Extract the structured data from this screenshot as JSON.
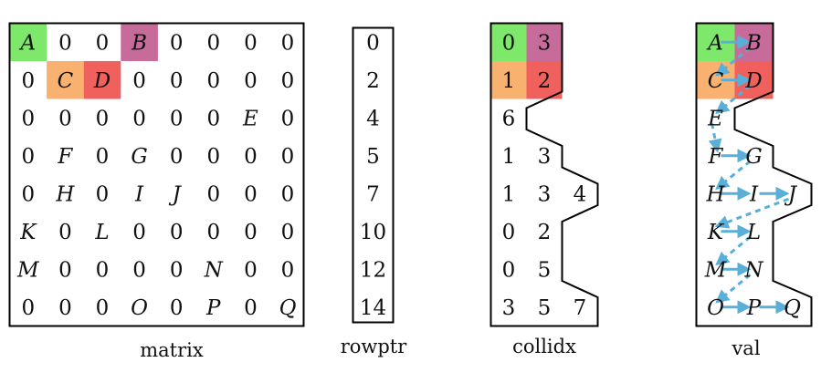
{
  "captions": {
    "matrix": "matrix",
    "rowptr": "rowptr",
    "collidx": "collidx",
    "val": "val"
  },
  "colors": {
    "green": "#7ee86a",
    "orange": "#f9b170",
    "red": "#f0605c",
    "purple": "#c76b9b",
    "arrow": "#5aafd8",
    "outline": "#000000",
    "text": "#111111"
  },
  "matrix": [
    [
      "A",
      "0",
      "0",
      "B",
      "0",
      "0",
      "0",
      "0"
    ],
    [
      "0",
      "C",
      "D",
      "0",
      "0",
      "0",
      "0",
      "0"
    ],
    [
      "0",
      "0",
      "0",
      "0",
      "0",
      "0",
      "E",
      "0"
    ],
    [
      "0",
      "F",
      "0",
      "G",
      "0",
      "0",
      "0",
      "0"
    ],
    [
      "0",
      "H",
      "0",
      "I",
      "J",
      "0",
      "0",
      "0"
    ],
    [
      "K",
      "0",
      "L",
      "0",
      "0",
      "0",
      "0",
      "0"
    ],
    [
      "M",
      "0",
      "0",
      "0",
      "0",
      "N",
      "0",
      "0"
    ],
    [
      "0",
      "0",
      "0",
      "O",
      "0",
      "P",
      "0",
      "Q"
    ]
  ],
  "matrix_highlights": [
    {
      "row": 0,
      "col": 0,
      "color": "green"
    },
    {
      "row": 0,
      "col": 3,
      "color": "purple"
    },
    {
      "row": 1,
      "col": 1,
      "color": "orange"
    },
    {
      "row": 1,
      "col": 2,
      "color": "red"
    }
  ],
  "rowptr": [
    "0",
    "2",
    "4",
    "5",
    "7",
    "10",
    "12",
    "14"
  ],
  "collidx": [
    [
      "0",
      "3"
    ],
    [
      "1",
      "2"
    ],
    [
      "6"
    ],
    [
      "1",
      "3"
    ],
    [
      "1",
      "3",
      "4"
    ],
    [
      "0",
      "2"
    ],
    [
      "0",
      "5"
    ],
    [
      "3",
      "5",
      "7"
    ]
  ],
  "val": [
    [
      "A",
      "B"
    ],
    [
      "C",
      "D"
    ],
    [
      "E"
    ],
    [
      "F",
      "G"
    ],
    [
      "H",
      "I",
      "J"
    ],
    [
      "K",
      "L"
    ],
    [
      "M",
      "N"
    ],
    [
      "O",
      "P",
      "Q"
    ]
  ],
  "packed_highlights": [
    {
      "row": 0,
      "slot": 0,
      "color": "green"
    },
    {
      "row": 0,
      "slot": 1,
      "color": "purple"
    },
    {
      "row": 1,
      "slot": 0,
      "color": "orange"
    },
    {
      "row": 1,
      "slot": 1,
      "color": "red"
    }
  ]
}
